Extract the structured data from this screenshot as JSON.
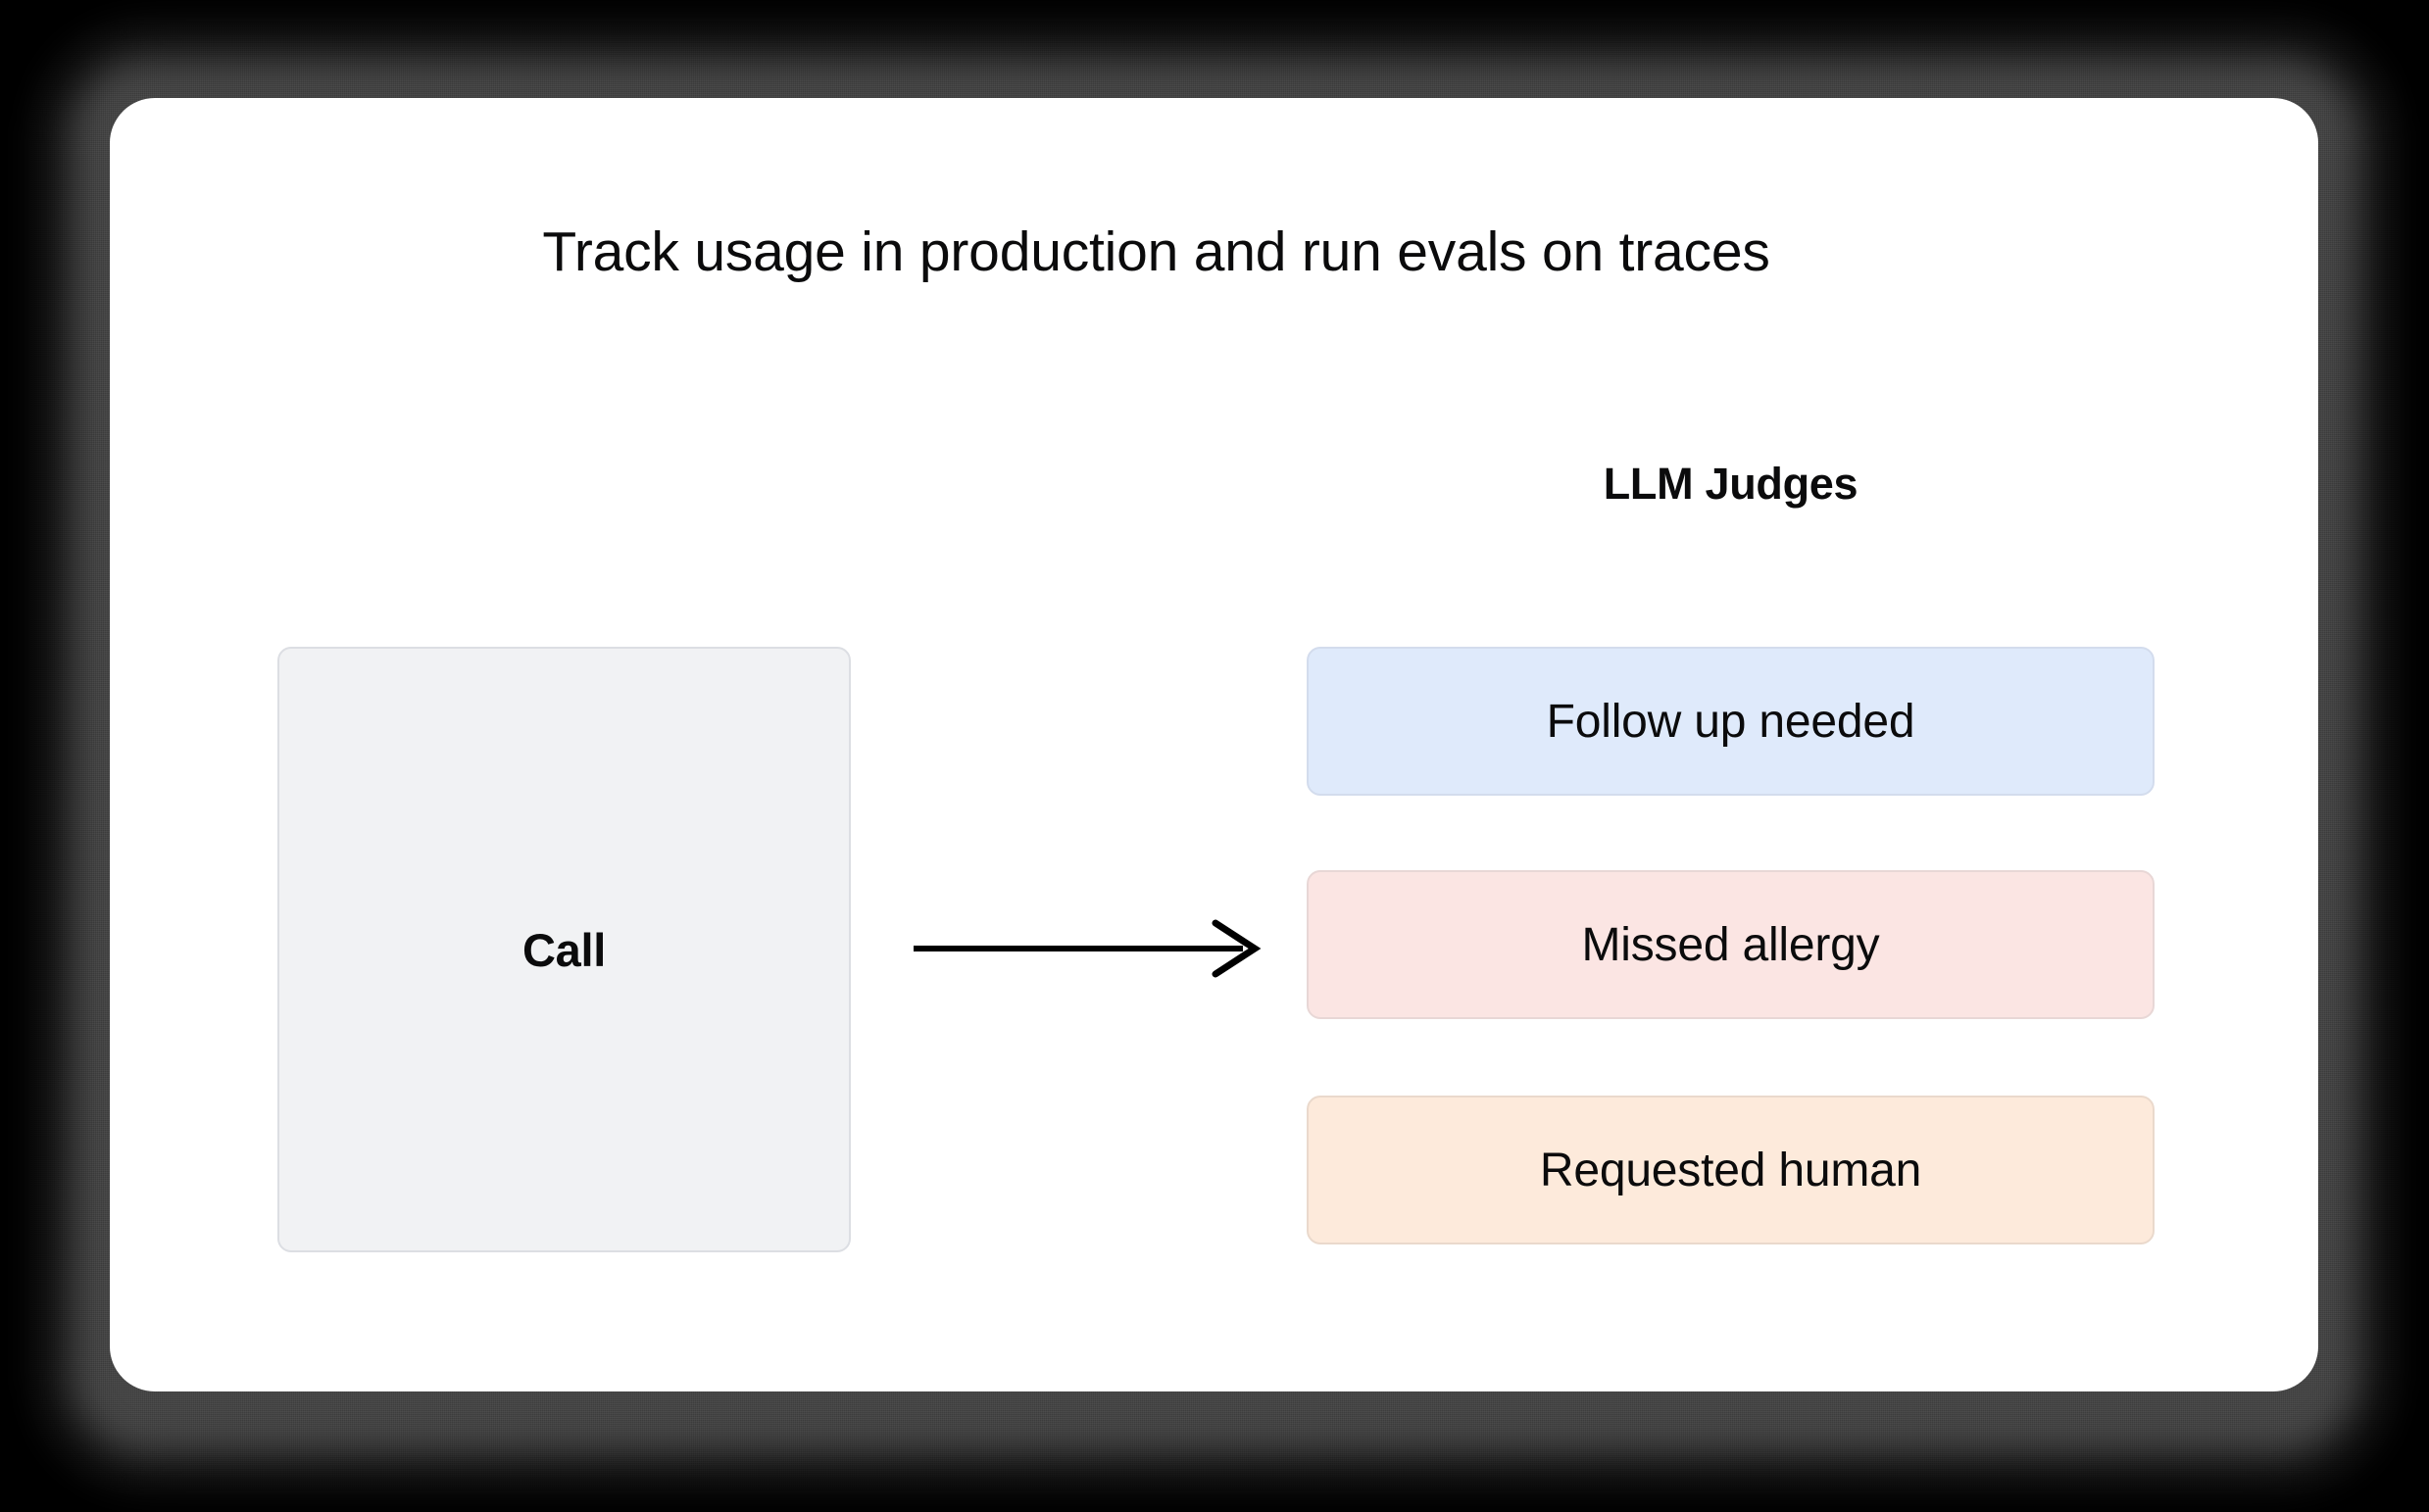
{
  "card": {
    "title": "Track usage in production and run evals on traces",
    "background_color": "#ffffff",
    "canvas_color": "#000000"
  },
  "diagram": {
    "source_node": {
      "label": "Call",
      "background_color": "#f1f2f4",
      "border_color": "#dcdee3"
    },
    "connector": {
      "icon": "arrow-right-icon",
      "color": "#000000"
    },
    "judges_group": {
      "heading": "LLM Judges",
      "items": [
        {
          "label": "Follow up needed",
          "background_color": "#dfeafb",
          "border_color": "#d3dced"
        },
        {
          "label": "Missed allergy",
          "background_color": "#fbe5e3",
          "border_color": "#e8d7d6"
        },
        {
          "label": "Requested human",
          "background_color": "#fdeadb",
          "border_color": "#ead9cc"
        }
      ]
    }
  }
}
